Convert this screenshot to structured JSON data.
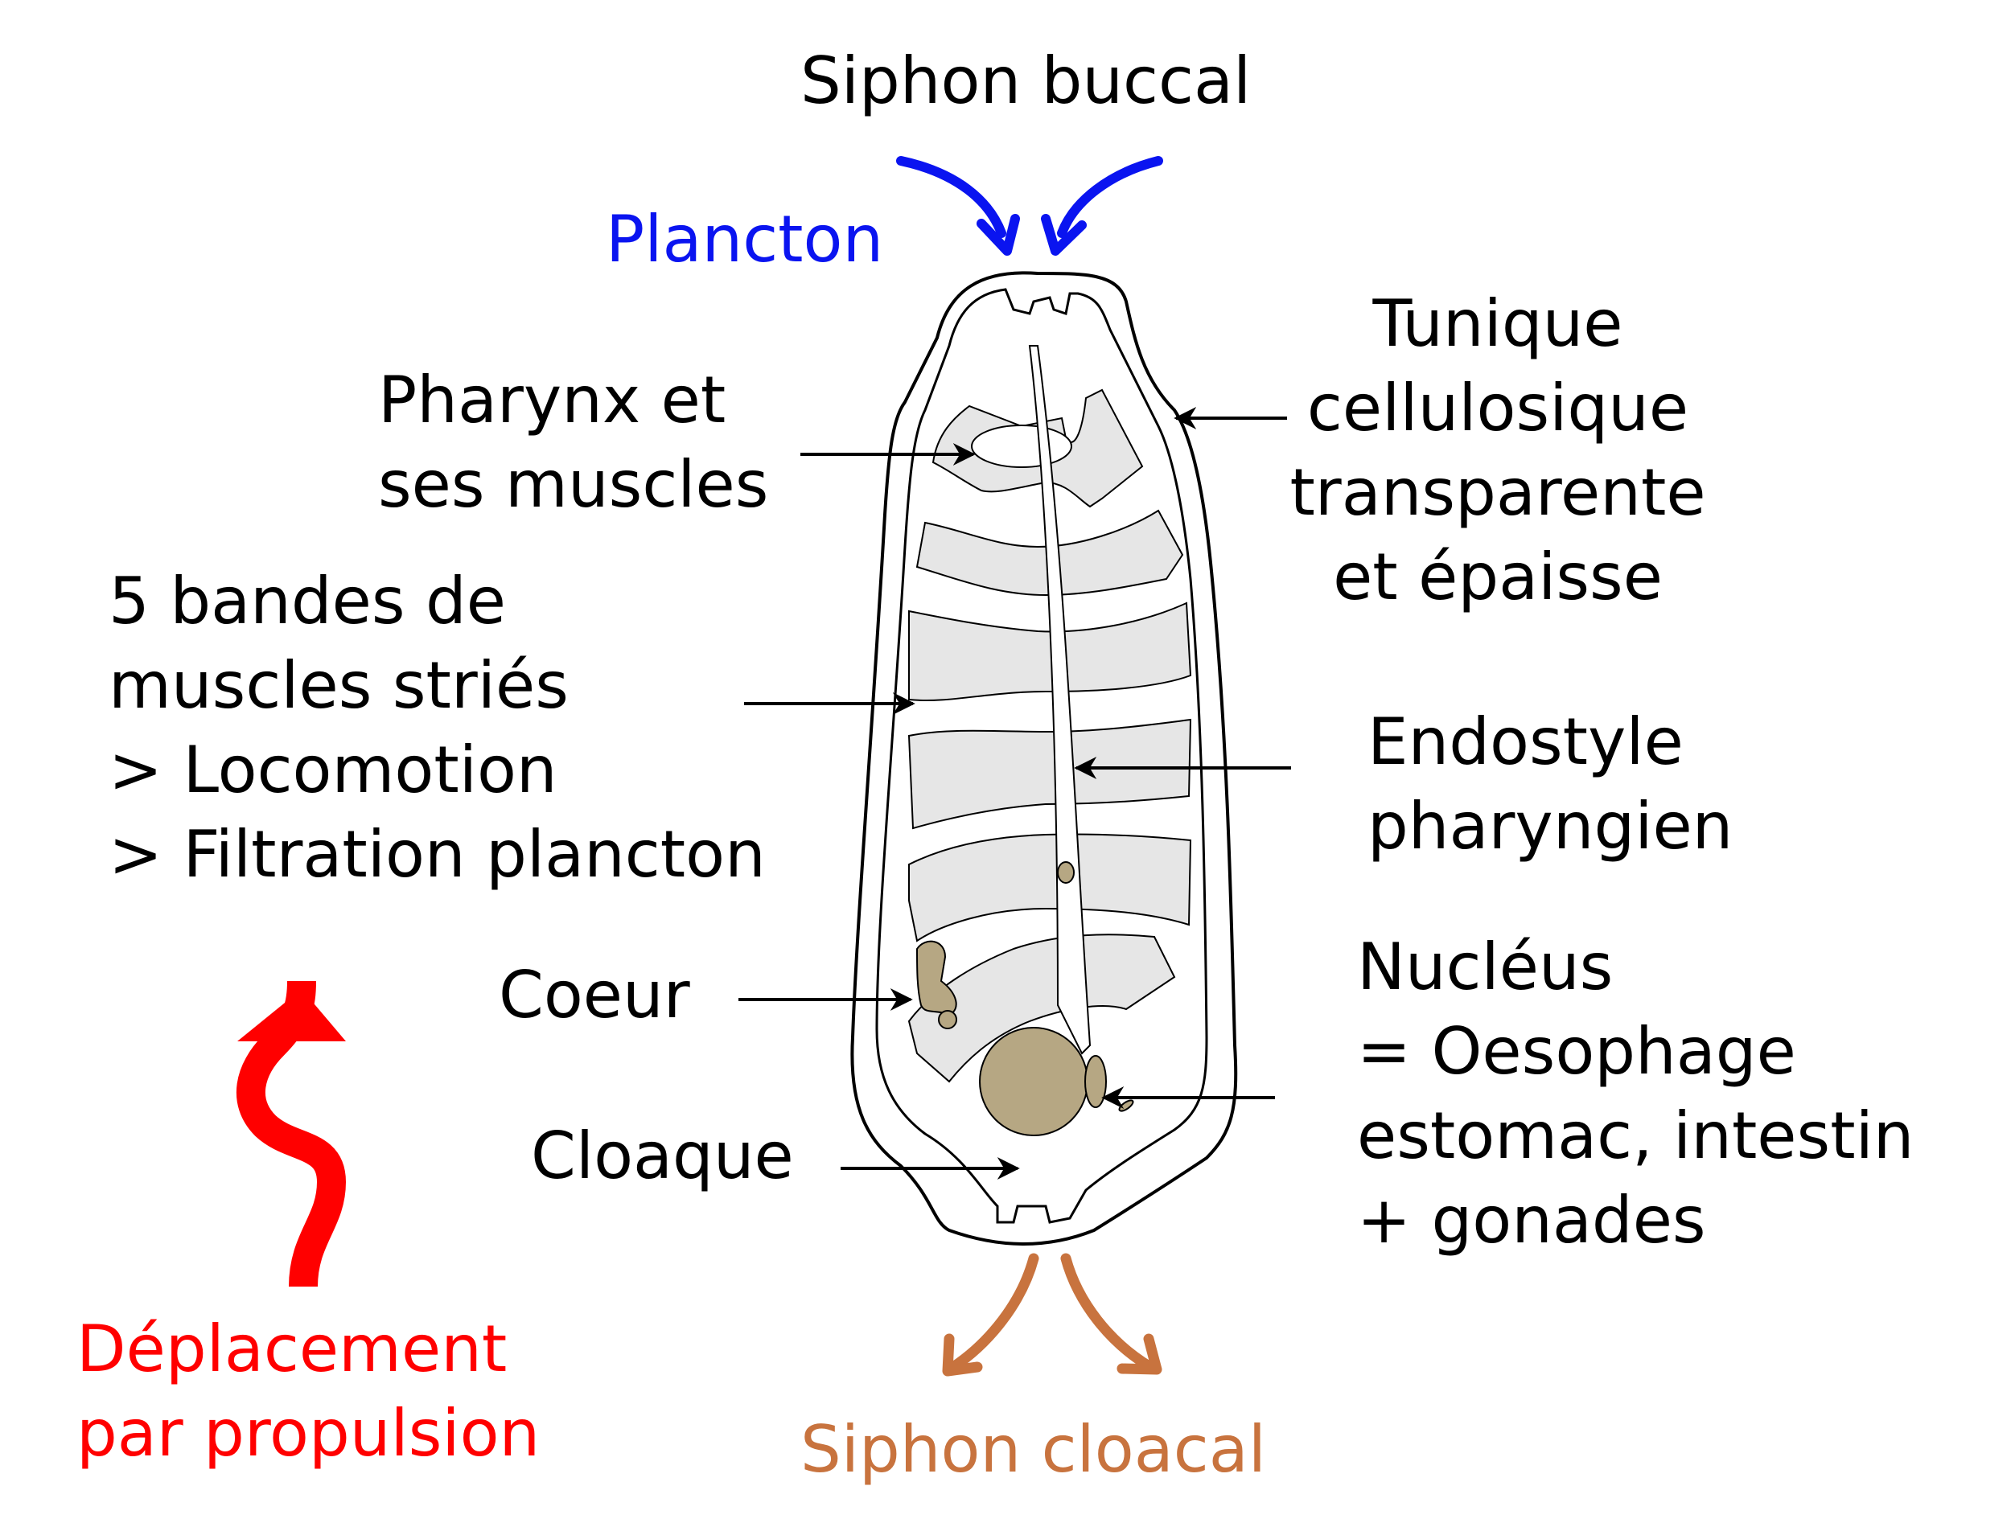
{
  "colors": {
    "ink": "#000000",
    "plancton": "#0a14f0",
    "propulsion": "#ff0000",
    "cloacal": "#c8733e",
    "muscle_fill": "#e6e6e6",
    "organ_fill": "#b6a783"
  },
  "labels": {
    "siphon_buccal": "Siphon buccal",
    "plancton": "Plancton",
    "tunique": [
      "Tunique",
      "cellulosique",
      "transparente",
      "et épaisse"
    ],
    "pharynx": [
      "Pharynx et",
      "ses muscles"
    ],
    "muscles": [
      "5 bandes de",
      "muscles striés",
      "> Locomotion",
      "> Filtration plancton"
    ],
    "endostyle": [
      "Endostyle",
      "pharyngien"
    ],
    "coeur": "Coeur",
    "nucleus": [
      "Nucléus",
      "= Oesophage",
      "estomac, intestin",
      "+ gonades"
    ],
    "cloaque": "Cloaque",
    "deplacement": [
      "Déplacement",
      "par propulsion"
    ],
    "siphon_cloacal": "Siphon cloacal"
  }
}
